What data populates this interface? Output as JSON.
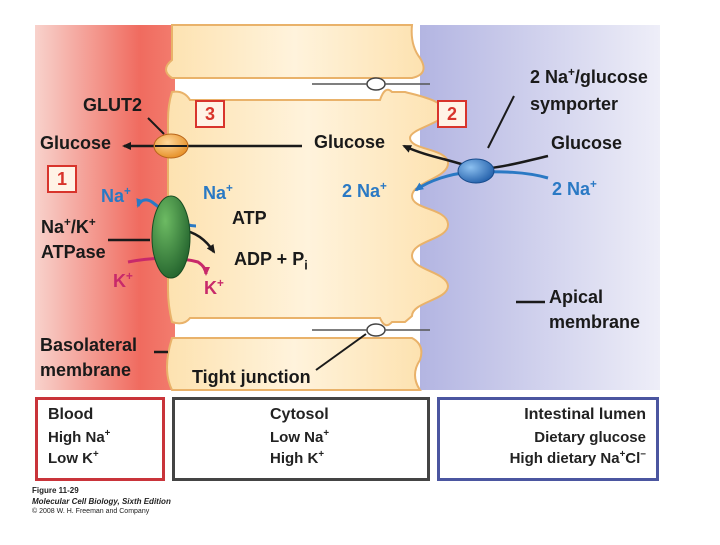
{
  "labels": {
    "glut2": "GLUT2",
    "glucose_left": "Glucose",
    "glucose_mid": "Glucose",
    "glucose_right": "Glucose",
    "symporter_line1": "2 Na",
    "symporter_line1_sup": "+",
    "symporter_line1_rest": "/glucose",
    "symporter_line2": "symporter",
    "box1": "1",
    "box2": "2",
    "box3": "3",
    "na_left": "Na",
    "na_mid": "Na",
    "na_sup": "+",
    "atpase_line1": "Na",
    "atpase_line1_mid": "/K",
    "atpase_line2": "ATPase",
    "atp": "ATP",
    "adp": "ADP + P",
    "adp_sub": "i",
    "k_left": "K",
    "k_mid": "K",
    "two_na_mid": "2 Na",
    "two_na_right": "2 Na",
    "apical_line1": "Apical",
    "apical_line2": "membrane",
    "baso_line1": "Basolateral",
    "baso_line2": "membrane",
    "tight_junction": "Tight junction"
  },
  "panels": {
    "blood": {
      "title": "Blood",
      "row1": "High Na",
      "row2": "Low K"
    },
    "cytosol": {
      "title": "Cytosol",
      "row1": "Low Na",
      "row2": "High K"
    },
    "lumen": {
      "title": "Intestinal lumen",
      "row1": "Dietary glucose",
      "row2": "High dietary Na",
      "row2_tail": "Cl"
    }
  },
  "caption": {
    "figure": "Figure 11-29",
    "book": "Molecular Cell Biology, Sixth Edition",
    "copyright": "© 2008 W. H. Freeman and Company"
  },
  "colors": {
    "blood": "#f27c6e",
    "cytosol": "#fde7bf",
    "lumen": "#b9bbe4",
    "glut2": "#f0a33b",
    "atpase": "#2e7a3b",
    "symporter": "#2f74c1",
    "na_arrow": "#2a79c4",
    "k_arrow": "#c8296a"
  }
}
